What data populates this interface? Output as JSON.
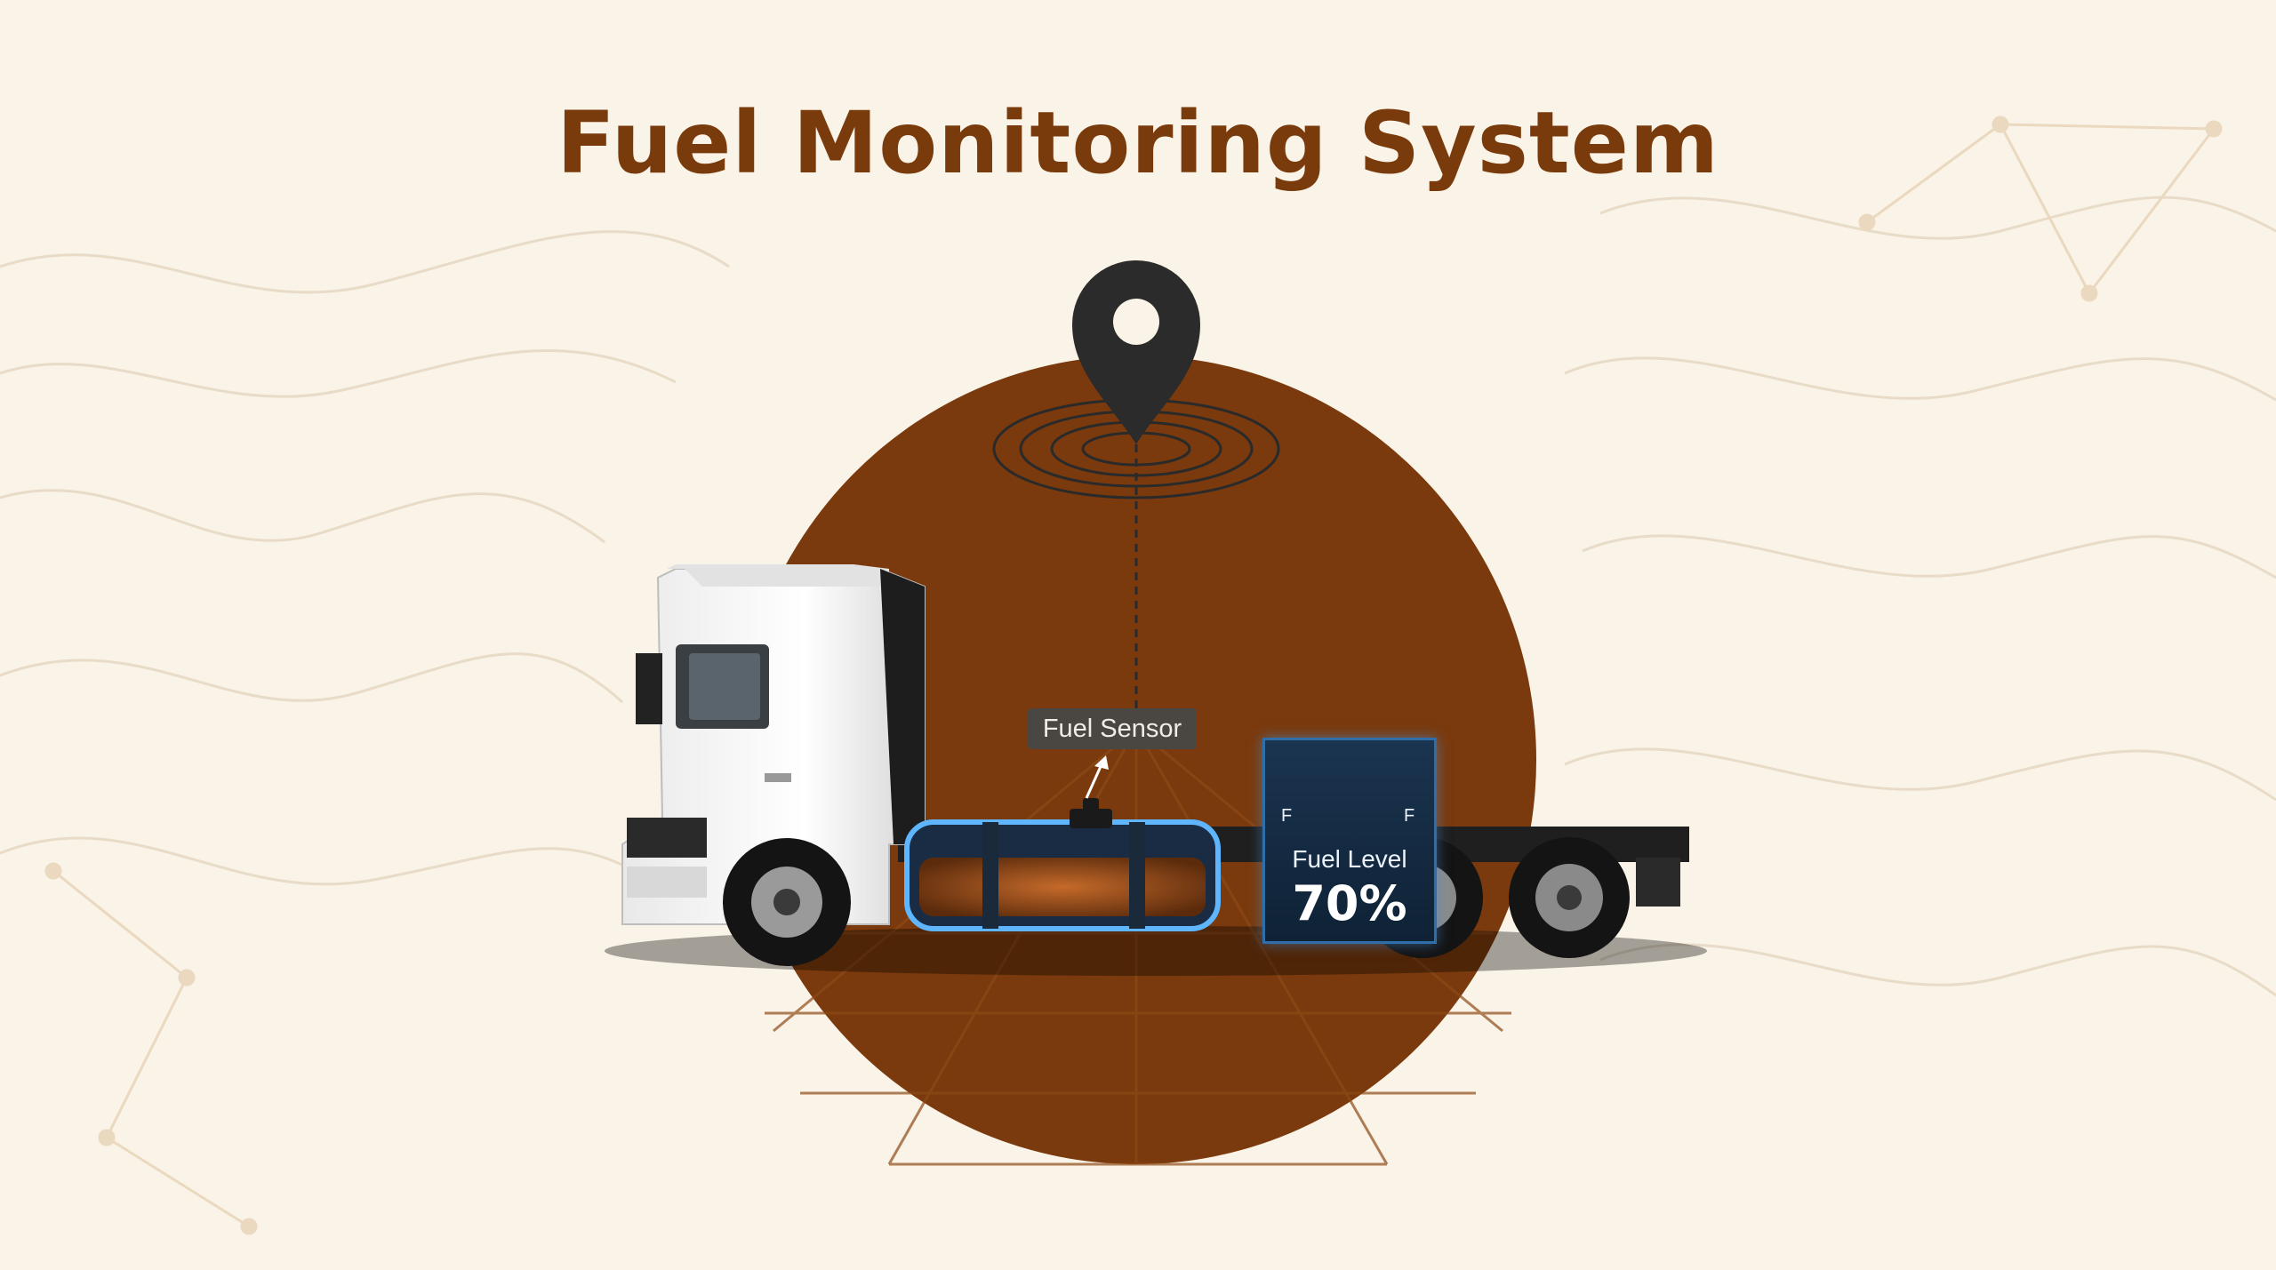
{
  "title": "Fuel Monitoring System",
  "sensor_label": "Fuel Sensor",
  "gauge": {
    "empty_mark": "F",
    "full_mark": "F",
    "label": "Fuel Level",
    "value_text": "70%",
    "level": 0.7
  },
  "colors": {
    "background": "#faf3e7",
    "title": "#7a3b0c",
    "circle": "#7a3a0d",
    "panel": "#15293f",
    "panel_border": "#2f6ea8"
  },
  "icons": {
    "pin": "location-pin-icon",
    "signal": "signal-waves-icon",
    "truck": "truck-icon",
    "gauge": "fuel-gauge-icon"
  }
}
